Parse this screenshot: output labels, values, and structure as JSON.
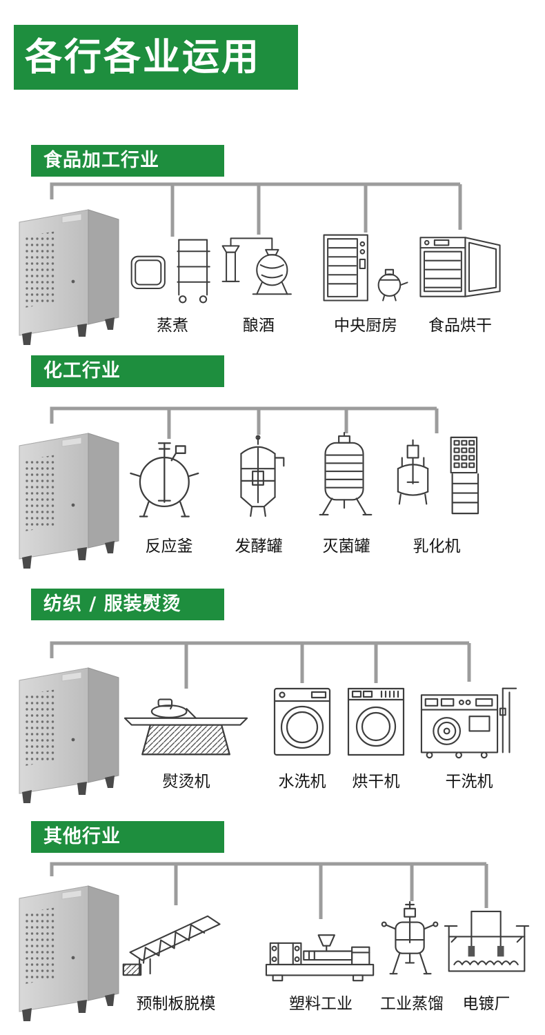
{
  "page": {
    "title": "各行各业运用",
    "accent_color": "#1e8e3e",
    "connector_color": "#9c9c9c"
  },
  "sections": [
    {
      "label": "食品加工行业",
      "items": [
        {
          "name": "蒸煮",
          "icon": "steamer-icon"
        },
        {
          "name": "酿酒",
          "icon": "brewery-icon"
        },
        {
          "name": "中央厨房",
          "icon": "central-kitchen-icon"
        },
        {
          "name": "食品烘干",
          "icon": "food-dryer-icon"
        }
      ]
    },
    {
      "label": "化工行业",
      "items": [
        {
          "name": "反应釜",
          "icon": "reactor-icon"
        },
        {
          "name": "发酵罐",
          "icon": "fermenter-icon"
        },
        {
          "name": "灭菌罐",
          "icon": "sterilizer-icon"
        },
        {
          "name": "乳化机",
          "icon": "emulsifier-icon"
        }
      ]
    },
    {
      "label": "纺织 / 服装熨烫",
      "items": [
        {
          "name": "熨烫机",
          "icon": "ironing-machine-icon"
        },
        {
          "name": "水洗机",
          "icon": "washing-machine-icon"
        },
        {
          "name": "烘干机",
          "icon": "drying-machine-icon"
        },
        {
          "name": "干洗机",
          "icon": "dry-cleaning-machine-icon"
        }
      ]
    },
    {
      "label": "其他行业",
      "items": [
        {
          "name": "预制板脱模",
          "icon": "precast-demold-icon"
        },
        {
          "name": "塑料工业",
          "icon": "plastic-industry-icon"
        },
        {
          "name": "工业蒸馏",
          "icon": "distillation-icon"
        },
        {
          "name": "电镀厂",
          "icon": "electroplating-icon"
        }
      ]
    }
  ]
}
